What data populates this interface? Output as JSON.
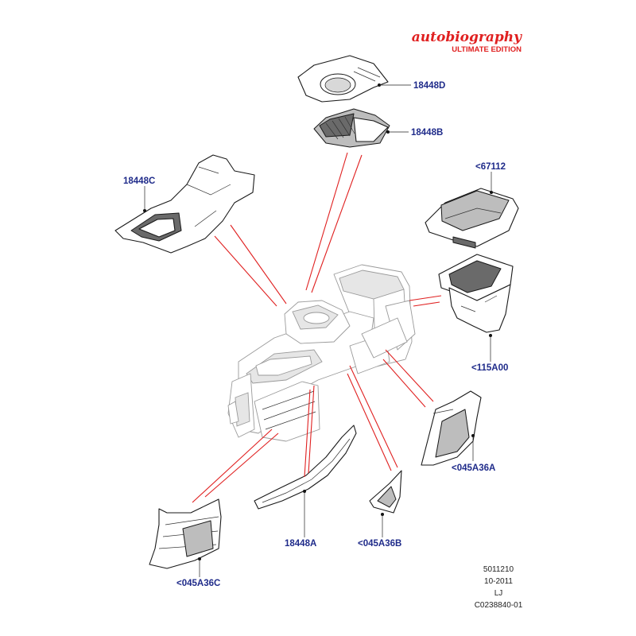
{
  "brand": {
    "script": "autobiography",
    "subtitle": "ULTIMATE EDITION",
    "color": "#e02020"
  },
  "callouts": {
    "p18448D": "18448D",
    "p18448B": "18448B",
    "p18448C": "18448C",
    "p67112": "<67112",
    "p115A00": "<115A00",
    "p045A36A": "<045A36A",
    "p18448A": "18448A",
    "p045A36B": "<045A36B",
    "p045A36C": "<045A36C"
  },
  "reference": {
    "line1": "5011210",
    "line2": "10-2011",
    "line3": "LJ",
    "line4": "C0238840-01"
  },
  "colors": {
    "callout_text": "#1f2b8a",
    "leader_red": "#e02020"
  }
}
